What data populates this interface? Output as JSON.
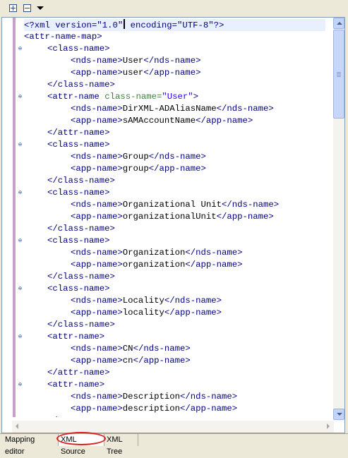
{
  "toolbar": {
    "expand_label": "Expand all",
    "collapse_label": "Collapse all"
  },
  "editor": {
    "lines": [
      {
        "indent": 0,
        "fold": false,
        "parts": [
          [
            "tag",
            "<?xml version=\"1.0\""
          ],
          [
            "caret",
            ""
          ],
          [
            "tag",
            " encoding=\"UTF-8\"?>"
          ]
        ]
      },
      {
        "indent": 0,
        "fold": false,
        "parts": [
          [
            "tag",
            "<attr-name-map>"
          ]
        ]
      },
      {
        "indent": 1,
        "fold": true,
        "parts": [
          [
            "tag",
            "<class-name>"
          ]
        ]
      },
      {
        "indent": 2,
        "fold": false,
        "parts": [
          [
            "tag",
            "<nds-name>"
          ],
          [
            "text",
            "User"
          ],
          [
            "tag",
            "</nds-name>"
          ]
        ]
      },
      {
        "indent": 2,
        "fold": false,
        "parts": [
          [
            "tag",
            "<app-name>"
          ],
          [
            "text",
            "user"
          ],
          [
            "tag",
            "</app-name>"
          ]
        ]
      },
      {
        "indent": 1,
        "fold": false,
        "parts": [
          [
            "tag",
            "</class-name>"
          ]
        ]
      },
      {
        "indent": 1,
        "fold": true,
        "parts": [
          [
            "tag",
            "<attr-name "
          ],
          [
            "attr",
            "class-name="
          ],
          [
            "val",
            "\"User\""
          ],
          [
            "tag",
            ">"
          ]
        ]
      },
      {
        "indent": 2,
        "fold": false,
        "parts": [
          [
            "tag",
            "<nds-name>"
          ],
          [
            "text",
            "DirXML-ADAliasName"
          ],
          [
            "tag",
            "</nds-name>"
          ]
        ]
      },
      {
        "indent": 2,
        "fold": false,
        "parts": [
          [
            "tag",
            "<app-name>"
          ],
          [
            "text",
            "sAMAccountName"
          ],
          [
            "tag",
            "</app-name>"
          ]
        ]
      },
      {
        "indent": 1,
        "fold": false,
        "parts": [
          [
            "tag",
            "</attr-name>"
          ]
        ]
      },
      {
        "indent": 1,
        "fold": true,
        "parts": [
          [
            "tag",
            "<class-name>"
          ]
        ]
      },
      {
        "indent": 2,
        "fold": false,
        "parts": [
          [
            "tag",
            "<nds-name>"
          ],
          [
            "text",
            "Group"
          ],
          [
            "tag",
            "</nds-name>"
          ]
        ]
      },
      {
        "indent": 2,
        "fold": false,
        "parts": [
          [
            "tag",
            "<app-name>"
          ],
          [
            "text",
            "group"
          ],
          [
            "tag",
            "</app-name>"
          ]
        ]
      },
      {
        "indent": 1,
        "fold": false,
        "parts": [
          [
            "tag",
            "</class-name>"
          ]
        ]
      },
      {
        "indent": 1,
        "fold": true,
        "parts": [
          [
            "tag",
            "<class-name>"
          ]
        ]
      },
      {
        "indent": 2,
        "fold": false,
        "parts": [
          [
            "tag",
            "<nds-name>"
          ],
          [
            "text",
            "Organizational Unit"
          ],
          [
            "tag",
            "</nds-name>"
          ]
        ]
      },
      {
        "indent": 2,
        "fold": false,
        "parts": [
          [
            "tag",
            "<app-name>"
          ],
          [
            "text",
            "organizationalUnit"
          ],
          [
            "tag",
            "</app-name>"
          ]
        ]
      },
      {
        "indent": 1,
        "fold": false,
        "parts": [
          [
            "tag",
            "</class-name>"
          ]
        ]
      },
      {
        "indent": 1,
        "fold": true,
        "parts": [
          [
            "tag",
            "<class-name>"
          ]
        ]
      },
      {
        "indent": 2,
        "fold": false,
        "parts": [
          [
            "tag",
            "<nds-name>"
          ],
          [
            "text",
            "Organization"
          ],
          [
            "tag",
            "</nds-name>"
          ]
        ]
      },
      {
        "indent": 2,
        "fold": false,
        "parts": [
          [
            "tag",
            "<app-name>"
          ],
          [
            "text",
            "organization"
          ],
          [
            "tag",
            "</app-name>"
          ]
        ]
      },
      {
        "indent": 1,
        "fold": false,
        "parts": [
          [
            "tag",
            "</class-name>"
          ]
        ]
      },
      {
        "indent": 1,
        "fold": true,
        "parts": [
          [
            "tag",
            "<class-name>"
          ]
        ]
      },
      {
        "indent": 2,
        "fold": false,
        "parts": [
          [
            "tag",
            "<nds-name>"
          ],
          [
            "text",
            "Locality"
          ],
          [
            "tag",
            "</nds-name>"
          ]
        ]
      },
      {
        "indent": 2,
        "fold": false,
        "parts": [
          [
            "tag",
            "<app-name>"
          ],
          [
            "text",
            "locality"
          ],
          [
            "tag",
            "</app-name>"
          ]
        ]
      },
      {
        "indent": 1,
        "fold": false,
        "parts": [
          [
            "tag",
            "</class-name>"
          ]
        ]
      },
      {
        "indent": 1,
        "fold": true,
        "parts": [
          [
            "tag",
            "<attr-name>"
          ]
        ]
      },
      {
        "indent": 2,
        "fold": false,
        "parts": [
          [
            "tag",
            "<nds-name>"
          ],
          [
            "text",
            "CN"
          ],
          [
            "tag",
            "</nds-name>"
          ]
        ]
      },
      {
        "indent": 2,
        "fold": false,
        "parts": [
          [
            "tag",
            "<app-name>"
          ],
          [
            "text",
            "cn"
          ],
          [
            "tag",
            "</app-name>"
          ]
        ]
      },
      {
        "indent": 1,
        "fold": false,
        "parts": [
          [
            "tag",
            "</attr-name>"
          ]
        ]
      },
      {
        "indent": 1,
        "fold": true,
        "parts": [
          [
            "tag",
            "<attr-name>"
          ]
        ]
      },
      {
        "indent": 2,
        "fold": false,
        "parts": [
          [
            "tag",
            "<nds-name>"
          ],
          [
            "text",
            "Description"
          ],
          [
            "tag",
            "</nds-name>"
          ]
        ]
      },
      {
        "indent": 2,
        "fold": false,
        "parts": [
          [
            "tag",
            "<app-name>"
          ],
          [
            "text",
            "description"
          ],
          [
            "tag",
            "</app-name>"
          ]
        ]
      },
      {
        "indent": 1,
        "fold": false,
        "parts": [
          [
            "tag",
            "</attr-name>"
          ]
        ]
      }
    ]
  },
  "tabs": [
    {
      "label": "Mapping editor",
      "active": false
    },
    {
      "label": "XML Source",
      "active": true
    },
    {
      "label": "XML Tree",
      "active": false
    }
  ],
  "colors": {
    "tag": "#000080",
    "attr": "#3f7f3f",
    "value": "#2a00ff",
    "text": "#000000",
    "annotation": "#e02020",
    "change_bar": "#c6a0c6"
  }
}
